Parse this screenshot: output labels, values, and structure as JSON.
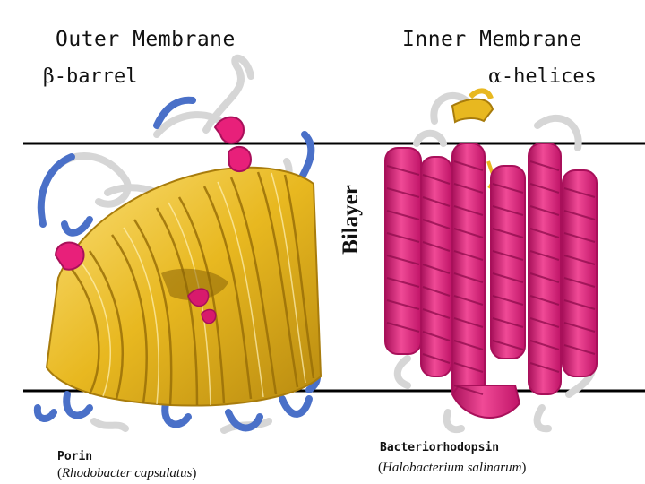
{
  "headings": {
    "left": "Outer Membrane",
    "right": "Inner Membrane"
  },
  "subheadings": {
    "left_greek": "β",
    "left_text": "-barrel",
    "right_greek": "α",
    "right_text": "-helices"
  },
  "bilayer_label": "Bilayer",
  "left_protein": {
    "name": "Porin",
    "organism_open": "(",
    "organism": "Rhodobacter capsulatus",
    "organism_close": ")"
  },
  "right_protein": {
    "name": "Bacteriorhodopsin",
    "organism_open": "(",
    "organism": "Halobacterium salinarum",
    "organism_close": ")"
  },
  "colors": {
    "beta_strand": "#e8b820",
    "beta_strand_dark": "#b88a10",
    "alpha_helix": "#e8207a",
    "alpha_helix_dark": "#a8105a",
    "loop_blue": "#4a70c8",
    "loop_grey": "#d6d6d6",
    "membrane_line": "#000000"
  }
}
